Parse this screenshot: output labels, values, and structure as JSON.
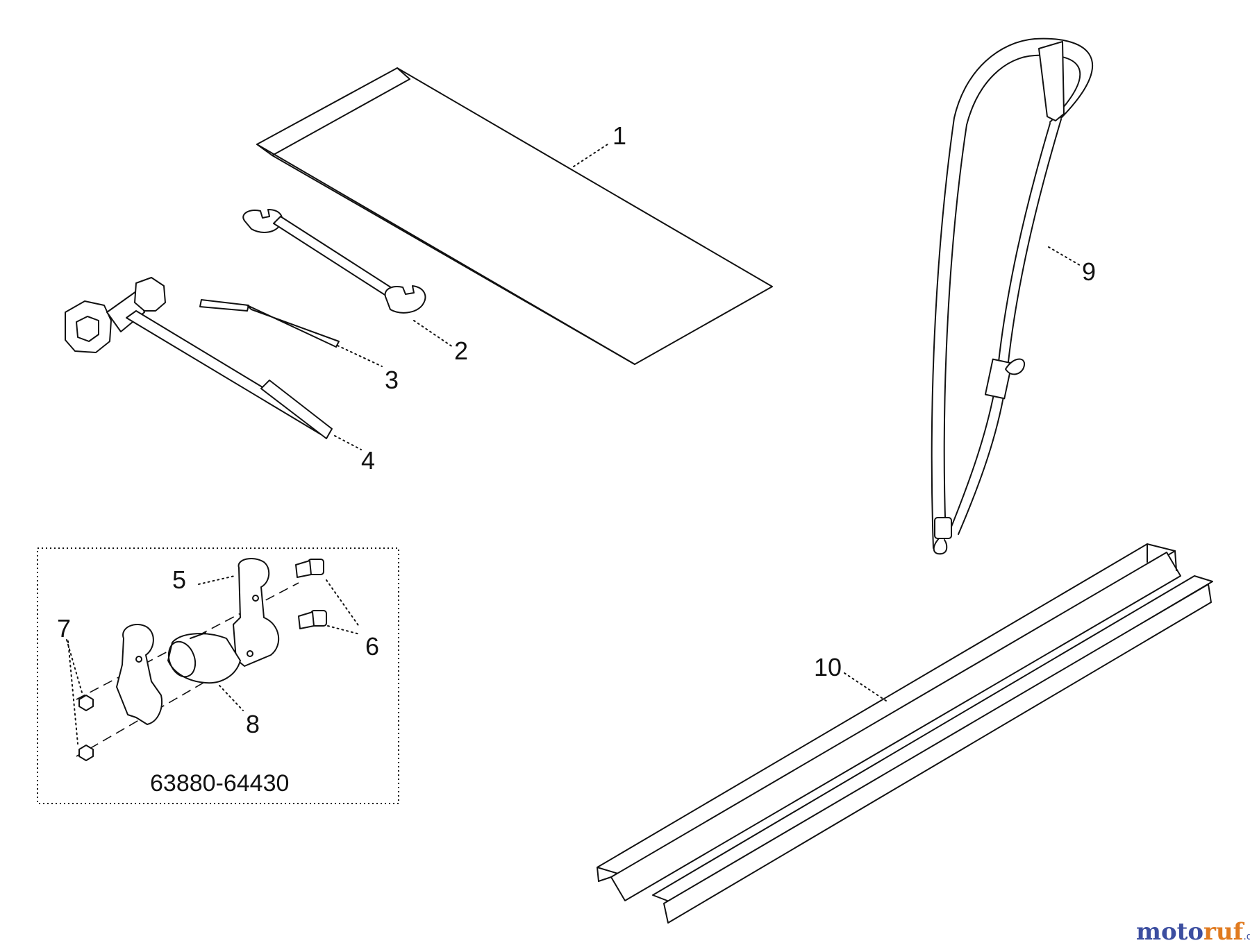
{
  "callouts": {
    "p1": "1",
    "p2": "2",
    "p3": "3",
    "p4": "4",
    "p5": "5",
    "p6": "6",
    "p7": "7",
    "p8": "8",
    "p9": "9",
    "p10": "10"
  },
  "kit_part_number": "63880-64430",
  "watermark": {
    "part1": "moto",
    "part2": "ruf",
    "suffix": ".de"
  },
  "colors": {
    "line": "#111111",
    "watermark_blue": "#3c4ea0",
    "watermark_orange": "#e07a1f"
  }
}
